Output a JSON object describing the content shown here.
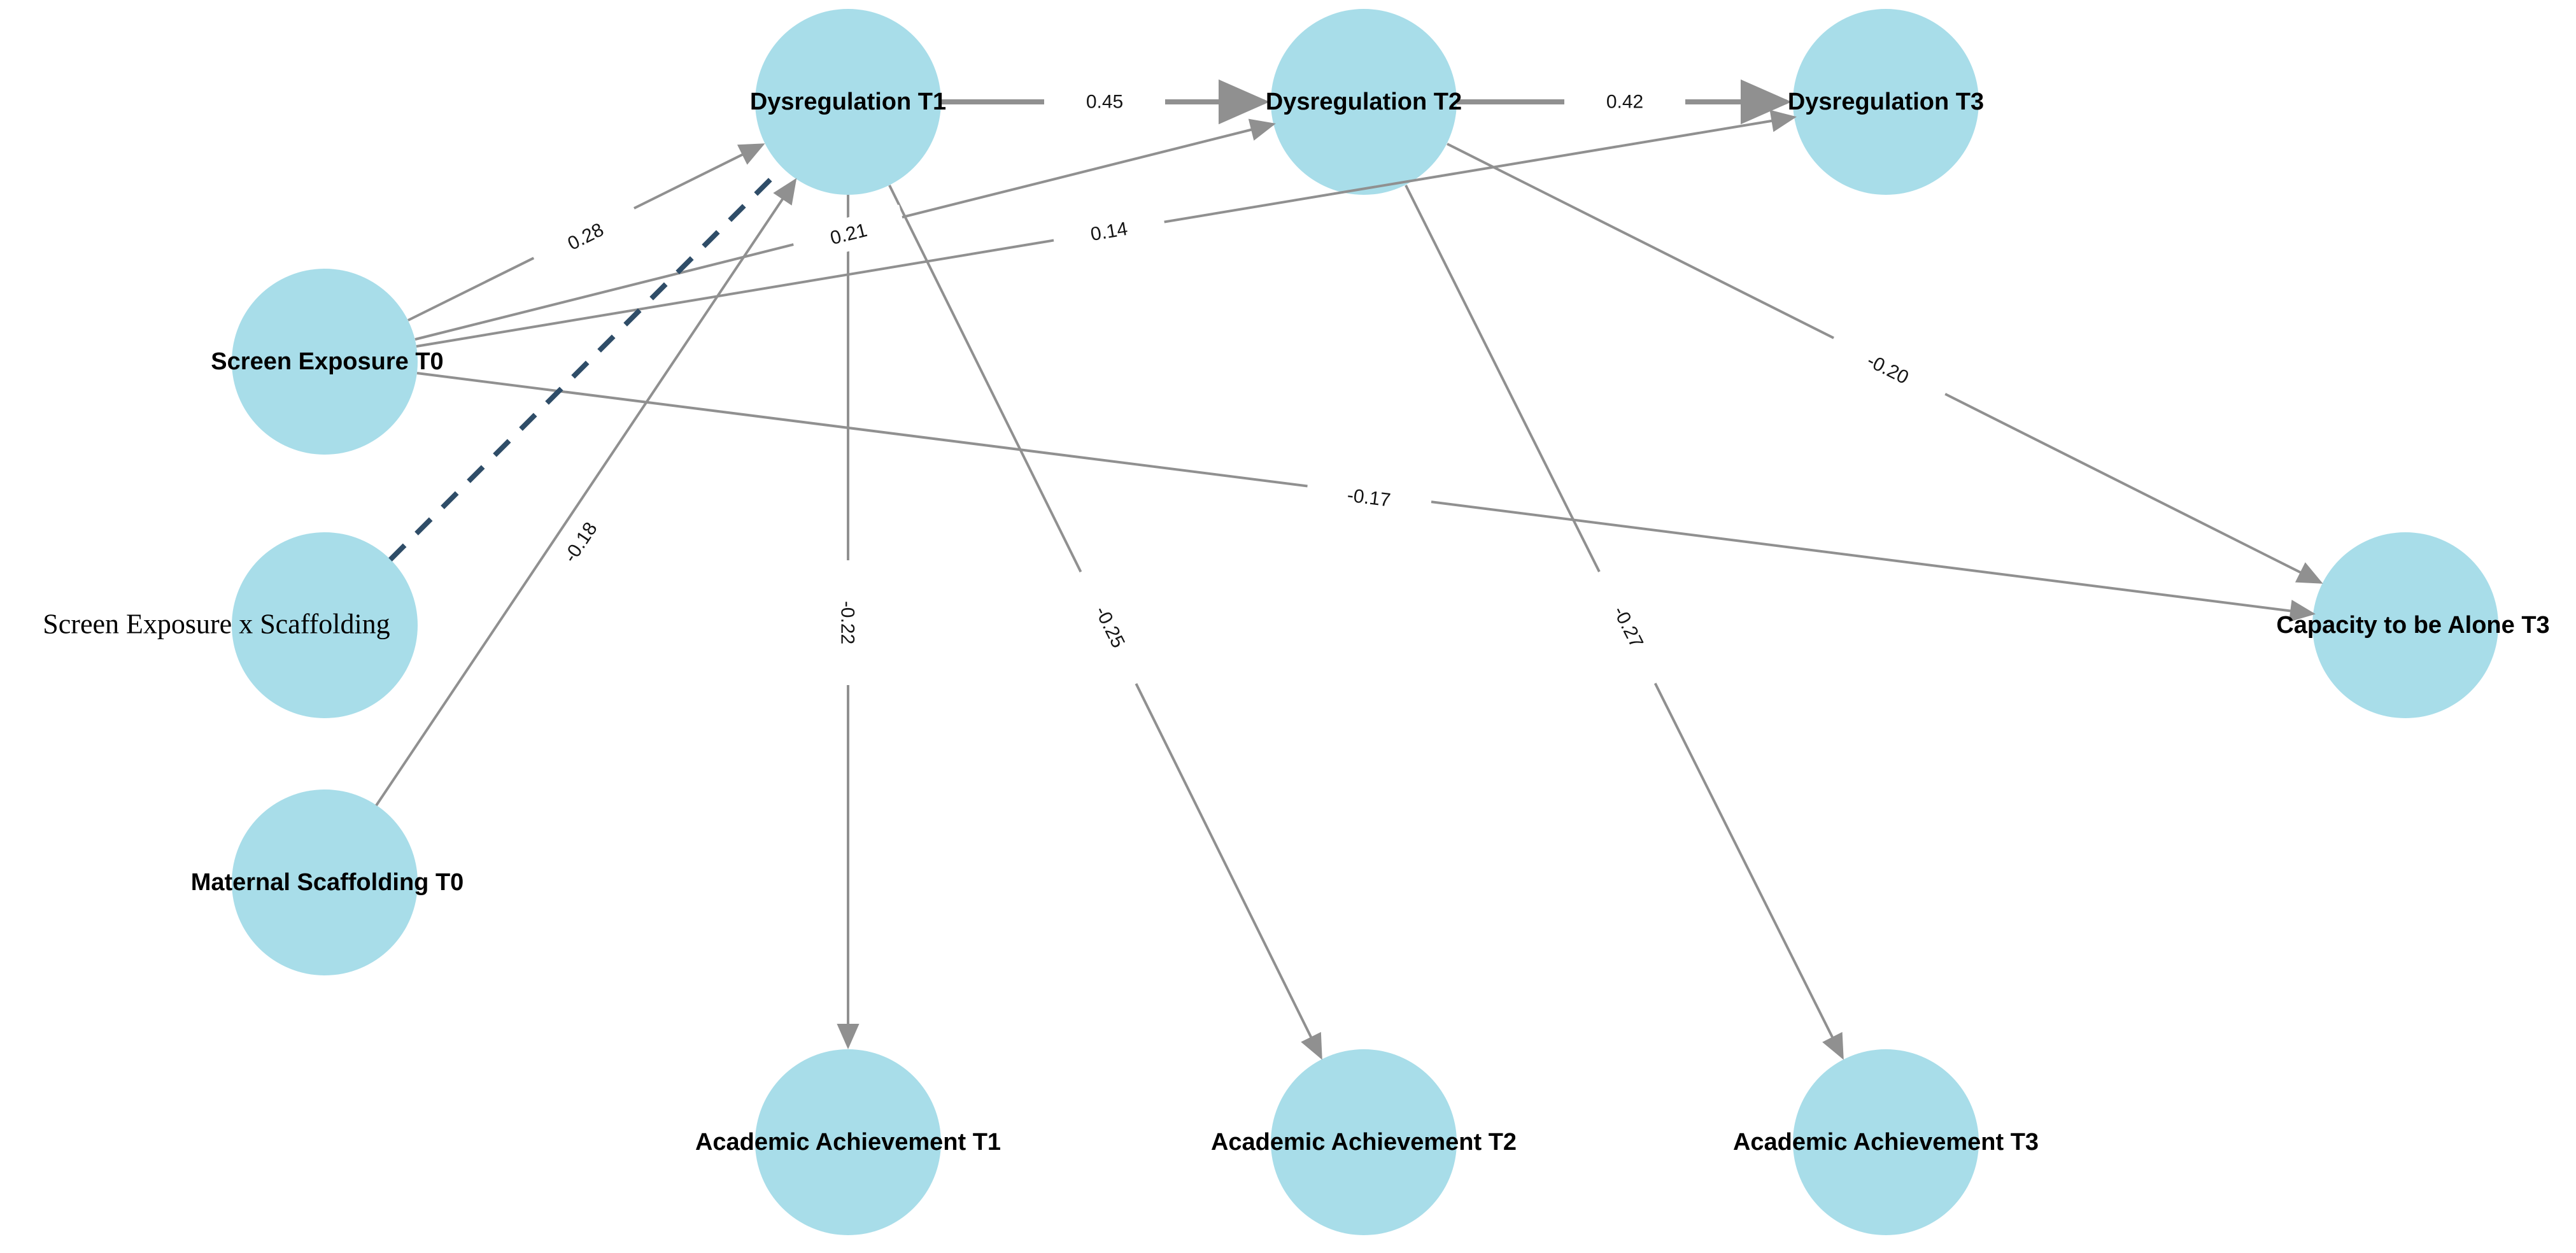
{
  "diagram": {
    "type": "structural-equation-path-model",
    "background_color": "#ffffff",
    "node_fill_color": "#a8dde9",
    "edge_color": "#909090",
    "interaction_edge_color": "#2f4d68",
    "text_color": "#000000"
  },
  "nodes": [
    {
      "id": "screen-exposure-t0",
      "label": "Screen Exposure T0"
    },
    {
      "id": "screen-exposure-x-scaffolding",
      "label": "Screen Exposure x Scaffolding"
    },
    {
      "id": "maternal-scaffolding-t0",
      "label": "Maternal Scaffolding T0"
    },
    {
      "id": "dysregulation-t1",
      "label": "Dysregulation T1"
    },
    {
      "id": "dysregulation-t2",
      "label": "Dysregulation T2"
    },
    {
      "id": "dysregulation-t3",
      "label": "Dysregulation T3"
    },
    {
      "id": "capacity-to-be-alone-t3",
      "label": "Capacity to be Alone T3"
    },
    {
      "id": "academic-achievement-t1",
      "label": "Academic Achievement T1"
    },
    {
      "id": "academic-achievement-t2",
      "label": "Academic Achievement T2"
    },
    {
      "id": "academic-achievement-t3",
      "label": "Academic Achievement T3"
    }
  ],
  "edges": [
    {
      "from": "dysregulation-t1",
      "to": "dysregulation-t2",
      "coefficient": "0.45",
      "style": "solid"
    },
    {
      "from": "dysregulation-t2",
      "to": "dysregulation-t3",
      "coefficient": "0.42",
      "style": "solid"
    },
    {
      "from": "screen-exposure-t0",
      "to": "dysregulation-t1",
      "coefficient": "0.28",
      "style": "solid"
    },
    {
      "from": "screen-exposure-t0",
      "to": "dysregulation-t2",
      "coefficient": "0.21",
      "style": "solid"
    },
    {
      "from": "screen-exposure-t0",
      "to": "dysregulation-t3",
      "coefficient": "0.14",
      "style": "solid"
    },
    {
      "from": "screen-exposure-t0",
      "to": "capacity-to-be-alone-t3",
      "coefficient": "-0.17",
      "style": "solid"
    },
    {
      "from": "screen-exposure-x-scaffolding",
      "to": "dysregulation-t1",
      "coefficient": "",
      "style": "dashed"
    },
    {
      "from": "maternal-scaffolding-t0",
      "to": "dysregulation-t1",
      "coefficient": "-0.18",
      "style": "solid"
    },
    {
      "from": "dysregulation-t1",
      "to": "academic-achievement-t1",
      "coefficient": "-0.22",
      "style": "solid"
    },
    {
      "from": "dysregulation-t1",
      "to": "academic-achievement-t2",
      "coefficient": "-0.25",
      "style": "solid"
    },
    {
      "from": "dysregulation-t2",
      "to": "academic-achievement-t3",
      "coefficient": "-0.27",
      "style": "solid"
    },
    {
      "from": "dysregulation-t2",
      "to": "capacity-to-be-alone-t3",
      "coefficient": "-0.20",
      "style": "solid"
    }
  ]
}
